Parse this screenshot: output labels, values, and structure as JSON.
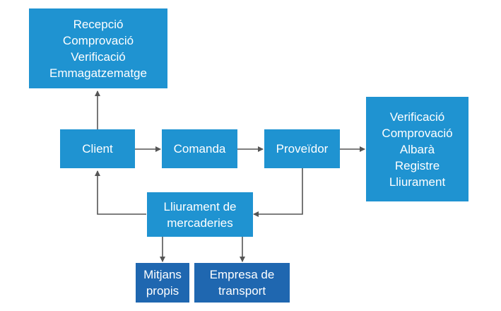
{
  "boxes": {
    "reception": {
      "lines": [
        "Recepció",
        "Comprovació",
        "Verificació",
        "Emmagatzematge"
      ]
    },
    "client": {
      "lines": [
        "Client"
      ]
    },
    "order": {
      "lines": [
        "Comanda"
      ]
    },
    "supplier": {
      "lines": [
        "Proveïdor"
      ]
    },
    "verification": {
      "lines": [
        "Verificació",
        "Comprovació",
        "Albarà",
        "Registre",
        "Lliurament"
      ]
    },
    "delivery": {
      "lines": [
        "Lliurament de",
        "mercaderies"
      ]
    },
    "own_means": {
      "lines": [
        "Mitjans",
        "propis"
      ]
    },
    "transport_company": {
      "lines": [
        "Empresa de",
        "transport"
      ]
    }
  },
  "colors": {
    "box_fill": "#1f93d1",
    "box_fill_dark": "#1f67b0",
    "box_text": "#ffffff",
    "connector": "#555555"
  }
}
